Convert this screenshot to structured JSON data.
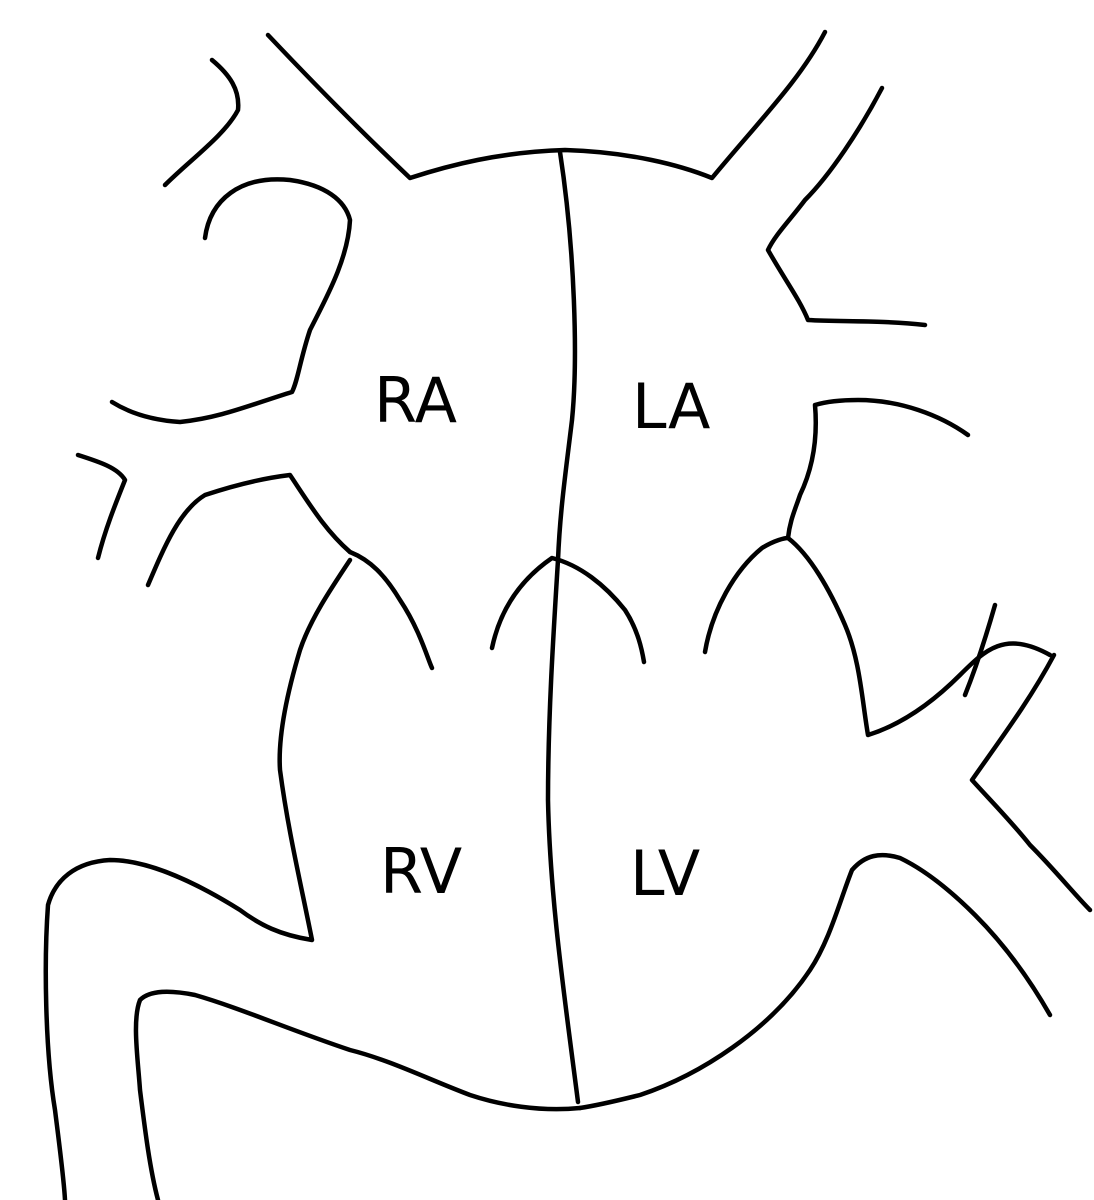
{
  "chambers": {
    "ra": "RA",
    "la": "LA",
    "rv": "RV",
    "lv": "LV"
  }
}
